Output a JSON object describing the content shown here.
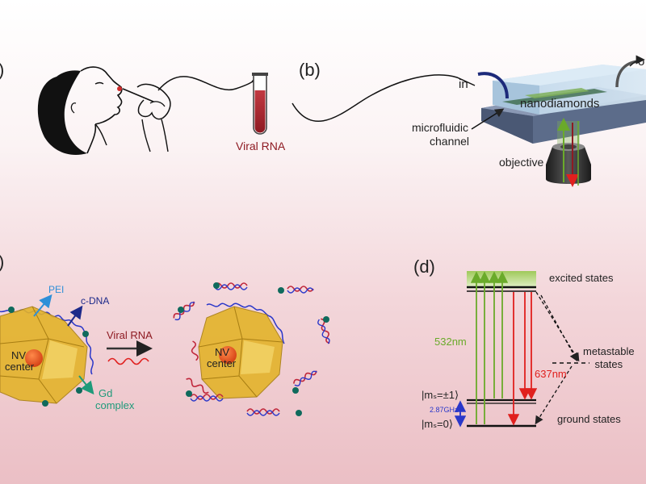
{
  "panels": {
    "a_tag": ")",
    "b_tag": "(b)",
    "c_tag": ")",
    "d_tag": "(d)"
  },
  "panel_b": {
    "sample_label": "Viral RNA",
    "in_label": "in",
    "out_label": "o",
    "chip_label": "nanodiamonds",
    "channel_label_line1": "microfluidic",
    "channel_label_line2": "channel",
    "objective_label": "objective"
  },
  "panel_c": {
    "pei_label": "PEI",
    "cdna_label": "c-DNA",
    "nv_line1": "NV",
    "nv_line2": "center",
    "gd_line1": "Gd",
    "gd_line2": "complex",
    "arrow_label": "Viral RNA",
    "nv2_line1": "NV",
    "nv2_line2": "center"
  },
  "panel_d": {
    "excited": "excited states",
    "metastable_line1": "metastable",
    "metastable_line2": "states",
    "ground": "ground states",
    "green_wl": "532nm",
    "red_wl": "637nm",
    "ms_pm1": "|mₛ=±1⟩",
    "ms_0": "|mₛ=0⟩",
    "zfs": "2.87GHz"
  },
  "colors": {
    "green": "#6aaa2a",
    "red": "#e0201e",
    "blue": "#2a37c9",
    "gold": "#e3b32a",
    "rna": "#8e1a22"
  }
}
